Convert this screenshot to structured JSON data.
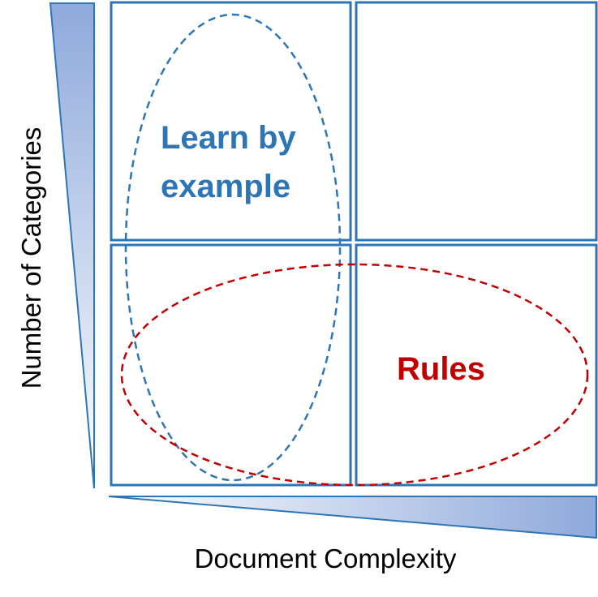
{
  "diagram": {
    "x_axis_label": "Document Complexity",
    "y_axis_label": "Number of Categories",
    "regions": {
      "learn_by_example": {
        "line1": "Learn by",
        "line2": "example",
        "color": "#2E75B6"
      },
      "rules": {
        "label": "Rules",
        "color": "#C00000"
      }
    },
    "colors": {
      "frame": "#2E75B6",
      "wedge_light": "#FFFFFF",
      "wedge_dark": "#8EA9DB"
    }
  }
}
